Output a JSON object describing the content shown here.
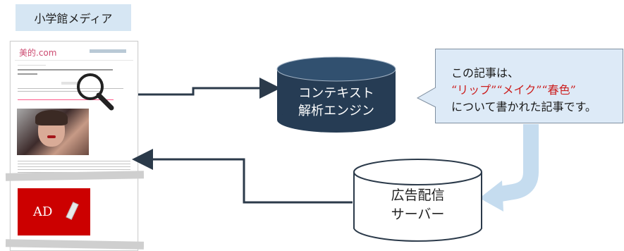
{
  "media_label": "小学館メディア",
  "page_mock": {
    "site_name": "美的.com",
    "ad_label": "AD"
  },
  "engine": {
    "line1": "コンテキスト",
    "line2": "解析エンジン"
  },
  "ad_server": {
    "line1": "広告配信",
    "line2": "サーバー"
  },
  "callout": {
    "line1": "この記事は、",
    "kw1": "“リップ”",
    "kw2": "“メイク”",
    "kw3": "“春色”",
    "line3": "について書かれた記事です。"
  },
  "colors": {
    "engine_fill": "#263c54",
    "callout_fill": "#ddeaf7",
    "label_bg": "#d6e6f3",
    "ad_red": "#cc0000",
    "keyword_red": "#cc1f1f",
    "arrow_light": "#c5dcef"
  }
}
